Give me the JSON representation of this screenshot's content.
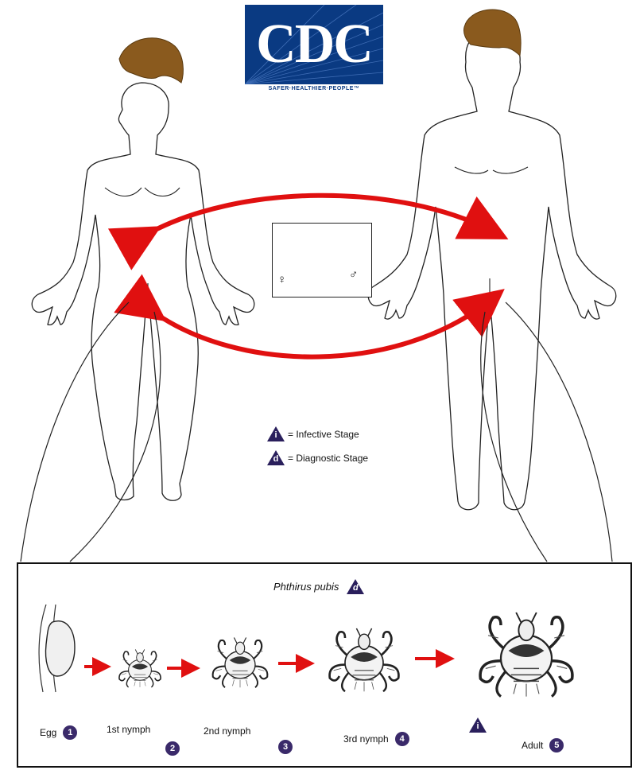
{
  "logo": {
    "text": "CDC",
    "tagline": "SAFER·HEALTHIER·PEOPLE™",
    "bg_color": "#0a3a82"
  },
  "colors": {
    "arrow": "#e01010",
    "hair": "#8a5a1e",
    "badge": "#2a1f5c"
  },
  "legend": {
    "infective_symbol": "i",
    "infective_label": "= Infective Stage",
    "diagnostic_symbol": "d",
    "diagnostic_label": "= Diagnostic Stage"
  },
  "sexes": {
    "female_symbol": "♀",
    "male_symbol": "♂"
  },
  "lifecycle": {
    "species": "Phthirus pubis",
    "species_badge": "d",
    "adult_badge": "i",
    "stages": [
      {
        "label": "Egg",
        "number": "1"
      },
      {
        "label": "1st nymph",
        "number": "2"
      },
      {
        "label": "2nd nymph",
        "number": "3"
      },
      {
        "label": "3rd nymph",
        "number": "4"
      },
      {
        "label": "Adult",
        "number": "5"
      }
    ]
  }
}
